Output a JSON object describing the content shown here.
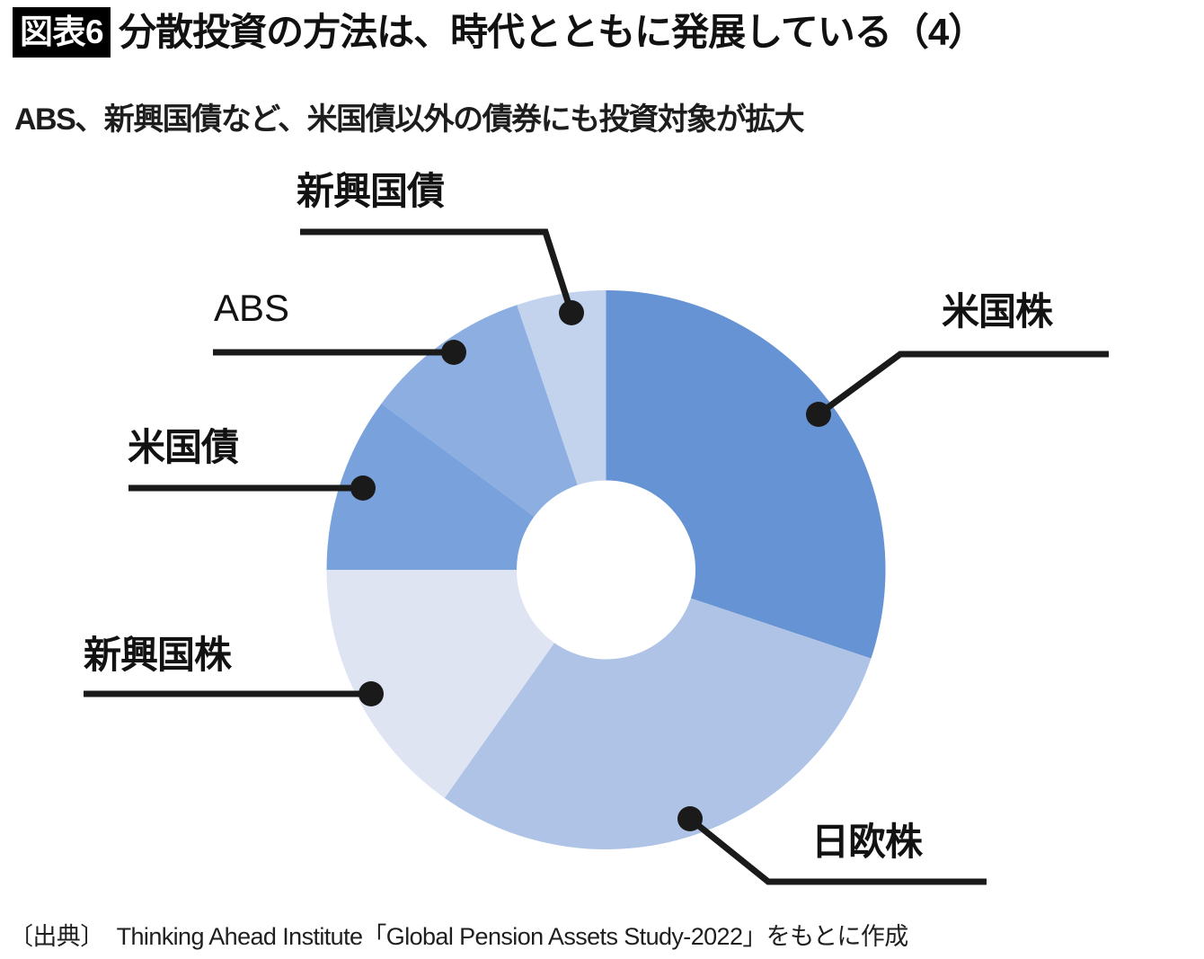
{
  "header": {
    "figure_badge": "図表6",
    "title": "分散投資の方法は、時代とともに発展している（4）",
    "subtitle": "ABS、新興国債など、米国債以外の債券にも投資対象が拡大"
  },
  "source": {
    "label": "〔出典〕",
    "text": "Thinking Ahead Institute「Global Pension Assets Study-2022」をもとに作成"
  },
  "chart_data": {
    "type": "pie",
    "variant": "donut",
    "title": "分散投資の方法は、時代とともに発展している（4）",
    "subtitle": "ABS、新興国債など、米国債以外の債券にも投資対象が拡大",
    "xlabel": "",
    "ylabel": "",
    "legend_position": "callout-labels",
    "grid": false,
    "start_angle_deg": 0,
    "direction": "clockwise",
    "inner_radius_ratio": 0.32,
    "categories": [
      "米国株",
      "日欧株",
      "新興国株",
      "米国債",
      "ABS",
      "新興国債"
    ],
    "values": [
      30.1,
      29.7,
      15.2,
      10.1,
      9.7,
      5.2
    ],
    "value_unit": "%",
    "colors": [
      "#6693D4",
      "#AEC3E6",
      "#DFE4F3",
      "#79A2DC",
      "#8CAEE0",
      "#C3D3EE"
    ],
    "slices": [
      {
        "label": "米国株",
        "value": 30.1,
        "color": "#6693D4",
        "start_deg": 0.0,
        "end_deg": 108.5
      },
      {
        "label": "日欧株",
        "value": 29.7,
        "color": "#AEC3E6",
        "start_deg": 108.5,
        "end_deg": 215.3
      },
      {
        "label": "新興国株",
        "value": 15.2,
        "color": "#DFE4F3",
        "start_deg": 215.3,
        "end_deg": 270.0
      },
      {
        "label": "米国債",
        "value": 10.1,
        "color": "#79A2DC",
        "start_deg": 270.0,
        "end_deg": 306.5
      },
      {
        "label": "ABS",
        "value": 9.7,
        "color": "#8CAEE0",
        "start_deg": 306.5,
        "end_deg": 341.4
      },
      {
        "label": "新興国債",
        "value": 5.2,
        "color": "#C3D3EE",
        "start_deg": 341.4,
        "end_deg": 360.0
      }
    ]
  },
  "labels": {
    "beikoku_kabu": "米国株",
    "nichiou_kabu": "日欧株",
    "shinkou_kabu": "新興国株",
    "beikoku_sai": "米国債",
    "abs": "ABS",
    "shinkou_kokusai": "新興国債"
  },
  "colors": {
    "background": "#ffffff",
    "text": "#111111",
    "badge_bg": "#000000",
    "badge_text": "#ffffff",
    "leader_line": "#1a1a1a"
  }
}
